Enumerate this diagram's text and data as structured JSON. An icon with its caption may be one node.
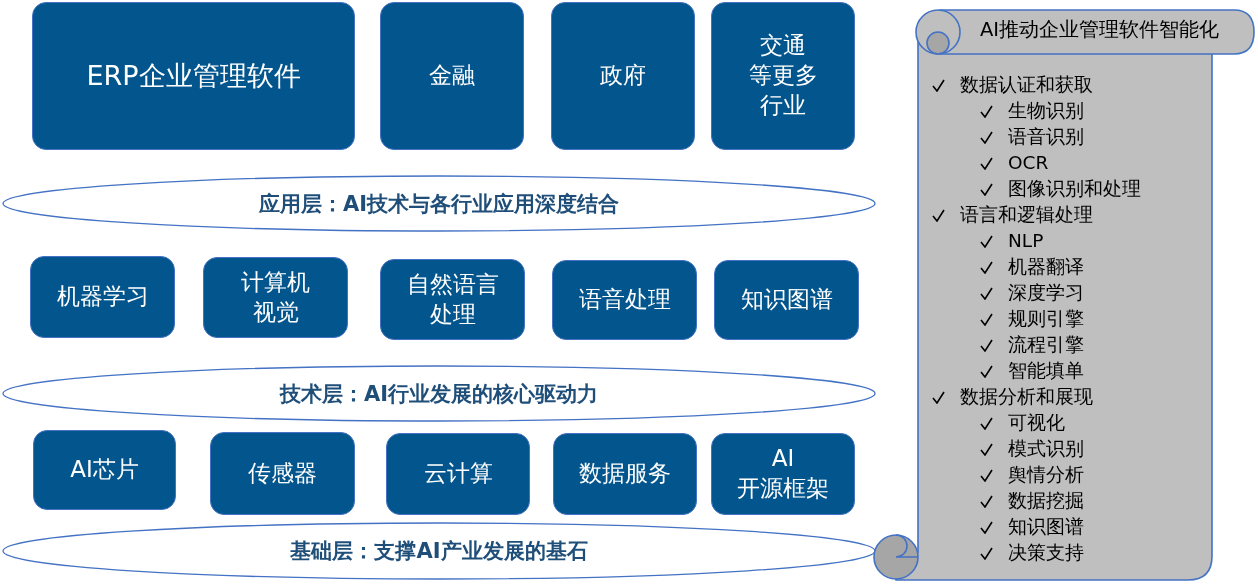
{
  "diagram": {
    "nodes": [
      {
        "text": [
          "ERP企业管理软件"
        ]
      },
      {
        "text": [
          "金融"
        ]
      },
      {
        "text": [
          "政府"
        ]
      },
      {
        "text": [
          "交通等更多行业"
        ]
      },
      {
        "text": [
          "应用层：AI技术与各行业应用深度结合"
        ]
      },
      {
        "text": [
          "机器学习"
        ]
      },
      {
        "text": [
          "计算机视觉"
        ]
      },
      {
        "text": [
          "自然语言处理"
        ]
      },
      {
        "text": [
          "语音处理"
        ]
      },
      {
        "text": [
          "知识图谱"
        ]
      },
      {
        "text": [
          "技术层：AI行业发展的核心驱动力"
        ]
      },
      {
        "text": [
          "AI芯片"
        ]
      },
      {
        "text": [
          "传感器"
        ]
      },
      {
        "text": [
          "云计算"
        ]
      },
      {
        "text": [
          "数据服务"
        ]
      },
      {
        "text": [
          "AI 开源框架"
        ]
      },
      {
        "text": [
          "基础层：支撑AI产业发展的基石"
        ]
      },
      {
        "text": [
          "AI推动企业管理软件智能化",
          "数据认证和获取",
          "生物识别",
          "语音识别",
          "OCR",
          "图像识别和处理",
          "语言和逻辑处理",
          "NLP",
          "机器翻译",
          "深度学习",
          "规则引擎",
          "流程引擎",
          "智能填单",
          "数据分析和展现",
          "可视化",
          "模式识别",
          "舆情分析",
          "数据挖掘",
          "知识图谱",
          "决策支持"
        ]
      }
    ],
    "edges": []
  }
}
